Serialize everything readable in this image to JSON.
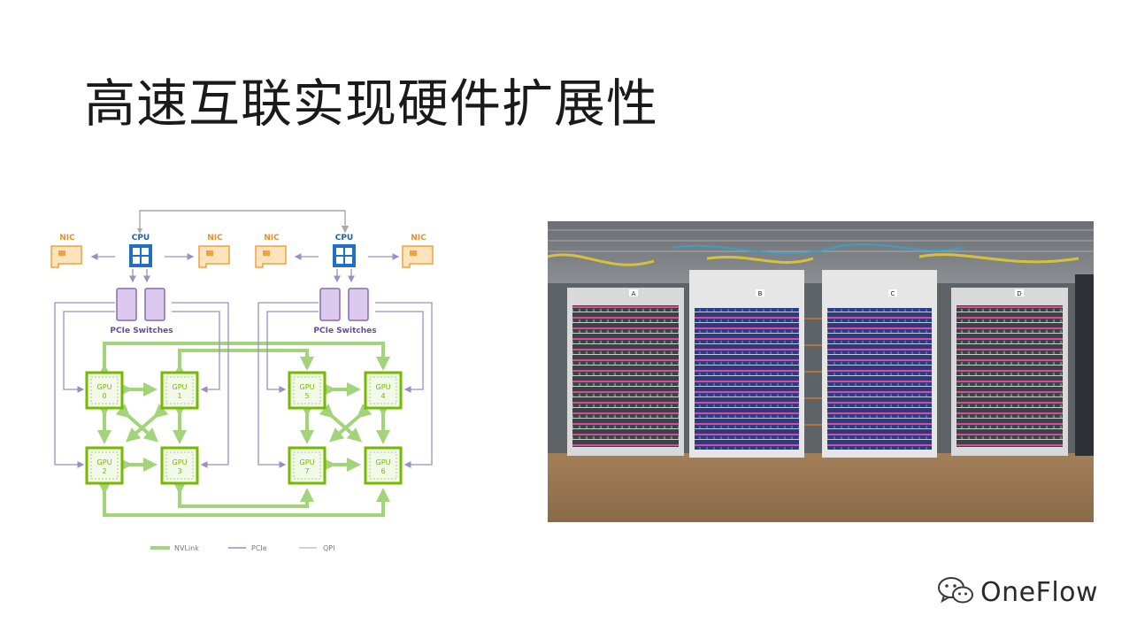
{
  "slide": {
    "title": "高速互联实现硬件扩展性"
  },
  "diagram": {
    "nodes": {
      "cpu_left": "CPU",
      "cpu_right": "CPU",
      "nic_1": "NIC",
      "nic_2": "NIC",
      "nic_3": "NIC",
      "nic_4": "NIC",
      "pcie_left": "PCIe Switches",
      "pcie_right": "PCIe Switches",
      "gpu_0": [
        "GPU",
        "0"
      ],
      "gpu_1": [
        "GPU",
        "1"
      ],
      "gpu_2": [
        "GPU",
        "2"
      ],
      "gpu_3": [
        "GPU",
        "3"
      ],
      "gpu_4": [
        "GPU",
        "4"
      ],
      "gpu_5": [
        "GPU",
        "5"
      ],
      "gpu_6": [
        "GPU",
        "6"
      ],
      "gpu_7": [
        "GPU",
        "7"
      ]
    },
    "legend": {
      "nvlink": "NVLink",
      "pcie": "PCIe",
      "qpi": "QPI"
    },
    "colors": {
      "nvlink": "#a3d37a",
      "gpu": "#76b900",
      "pcie": "#9a8fc4",
      "switch_fill": "#dcc9ee",
      "switch_stroke": "#8a6bb0",
      "cpu": "#1f6fc4",
      "nic": "#f2a23a",
      "label_nic": "#e8902a",
      "label_blue": "#1f5fa8",
      "label_purple": "#6a4a9a",
      "qpi": "#a9a9a9"
    }
  },
  "photo": {
    "rack_labels": [
      "A",
      "B",
      "C",
      "D"
    ]
  },
  "watermark": {
    "text": "OneFlow",
    "icon": "wechat-icon"
  }
}
